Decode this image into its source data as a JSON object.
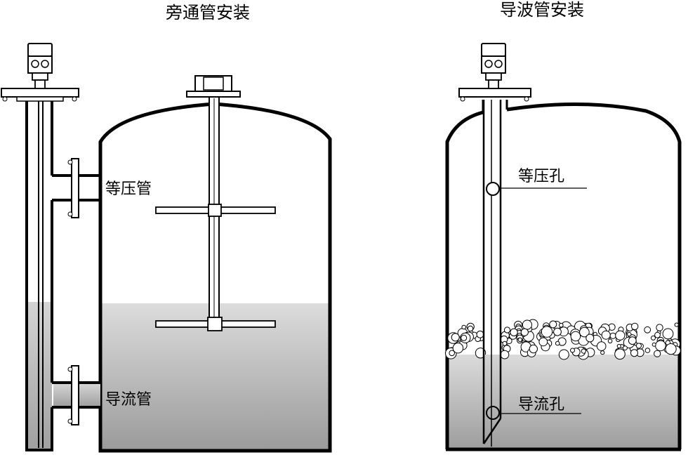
{
  "left_panel": {
    "title": "旁通管安装",
    "labels": {
      "equalizer_pipe": "等压管",
      "diversion_pipe": "导流管"
    }
  },
  "right_panel": {
    "title": "导波管安装",
    "labels": {
      "equalizer_hole": "等压孔",
      "diversion_hole": "导流孔"
    }
  },
  "colors": {
    "outline": "#000000",
    "liquid_top": "#dedede",
    "liquid_bottom": "#9c9c9c",
    "background": "#ffffff"
  }
}
